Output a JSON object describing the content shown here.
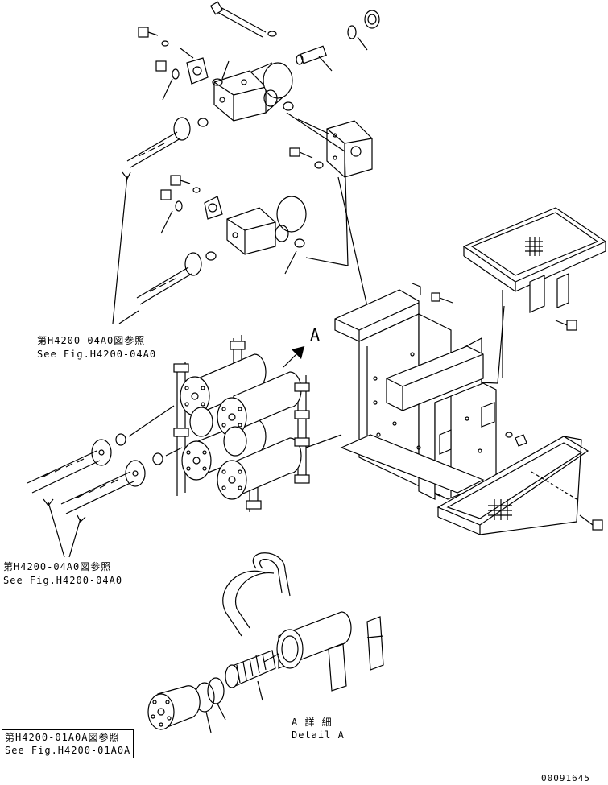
{
  "labels": {
    "ref_top_jp": "第H4200-04A0図参照",
    "ref_top_en": "See Fig.H4200-04A0",
    "ref_mid_jp": "第H4200-04A0図参照",
    "ref_mid_en": "See Fig.H4200-04A0",
    "ref_bottom_jp": "第H4200-01A0A図参照",
    "ref_bottom_en": "See Fig.H4200-01A0A",
    "view_arrow": "A",
    "detail_jp": "A 詳 細",
    "detail_en": "Detail A",
    "drawing_number": "00091645"
  }
}
